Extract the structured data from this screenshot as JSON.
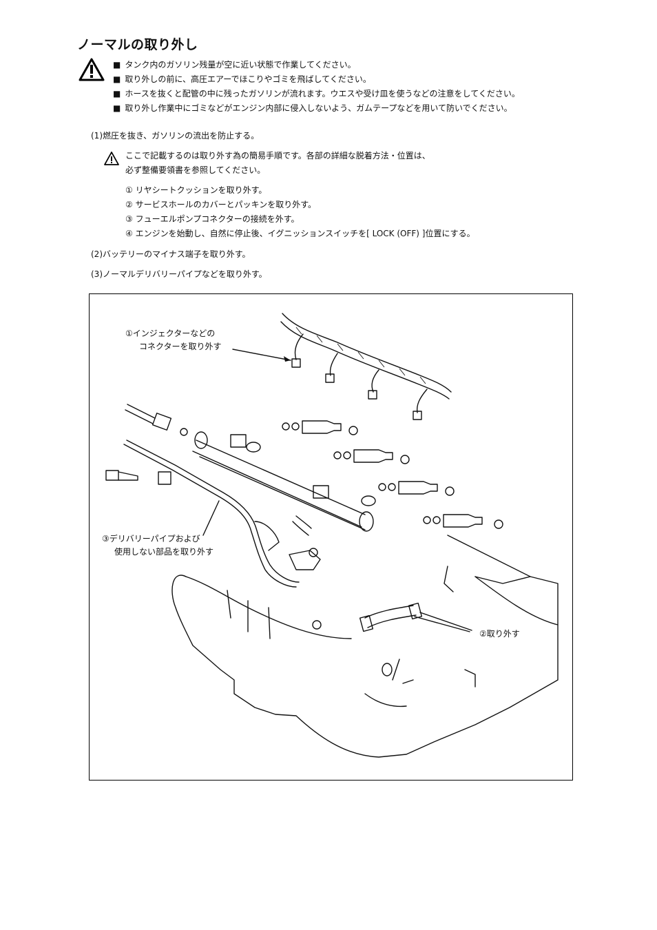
{
  "title": "ノーマルの取り外し",
  "warnings": [
    "タンク内のガソリン残量が空に近い状態で作業してください。",
    "取り外しの前に、高圧エアーでほこりやゴミを飛ばしてください。",
    "ホースを抜くと配管の中に残ったガソリンが流れます。ウエスや受け皿を使うなどの注意をしてください。",
    "取り外し作業中にゴミなどがエンジン内部に侵入しないよう、ガムテープなどを用いて防いでください。"
  ],
  "step1": "(1)燃圧を抜き、ガソリンの流出を防止する。",
  "note": {
    "line1": "ここで記載するのは取り外す為の簡易手順です。各部の詳細な脱着方法・位置は、",
    "line2": "必ず整備要領書を参照してください。"
  },
  "substeps": [
    "① リヤシートクッションを取り外す。",
    "② サービスホールのカバーとパッキンを取り外す。",
    "③ フューエルポンプコネクターの接続を外す。",
    "④ エンジンを始動し、自然に停止後、イグニッションスイッチを[ LOCK (OFF) ]位置にする。"
  ],
  "step2": "(2)バッテリーのマイナス端子を取り外す。",
  "step3": "(3)ノーマルデリバリーパイプなどを取り外す。",
  "diagram": {
    "callout1": {
      "line1": "①インジェクターなどの",
      "line2": "コネクターを取り外す"
    },
    "callout2": "②取り外す",
    "callout3": {
      "line1": "③デリバリーパイプおよび",
      "line2": "使用しない部品を取り外す"
    }
  }
}
